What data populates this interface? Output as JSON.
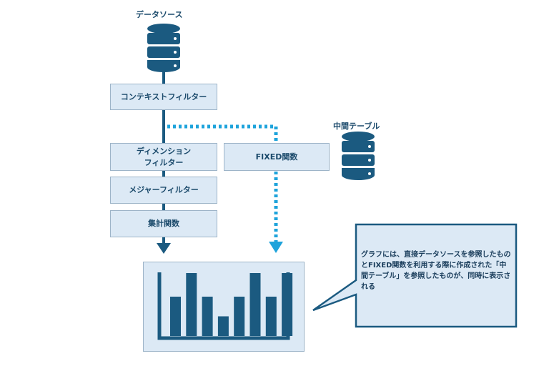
{
  "nodes": {
    "data_source": "データソース",
    "intermediate_table": "中間テーブル",
    "context_filter": "コンテキストフィルター",
    "dimension_filter_line1": "ディメンション",
    "dimension_filter_line2": "フィルター",
    "measure_filter": "メジャーフィルター",
    "aggregate": "集計関数",
    "fixed": "FIXED関数"
  },
  "callout": {
    "text": "グラフには、直接データソースを参照したものとFIXED関数を利用する際に作成された「中間テーブル」を参照したものが、同時に表示される"
  },
  "chart_data": {
    "type": "bar",
    "categories": [
      "",
      "",
      "",
      "",
      "",
      "",
      "",
      ""
    ],
    "values": [
      5,
      8,
      5,
      2.5,
      5,
      8,
      5,
      8
    ],
    "ylim": [
      0,
      8
    ],
    "title": "",
    "xlabel": "",
    "ylabel": ""
  },
  "colors": {
    "dark_blue": "#1b5a80",
    "light_blue": "#1ea3db",
    "box_fill": "#dce9f5",
    "box_border": "#9db4c8"
  }
}
